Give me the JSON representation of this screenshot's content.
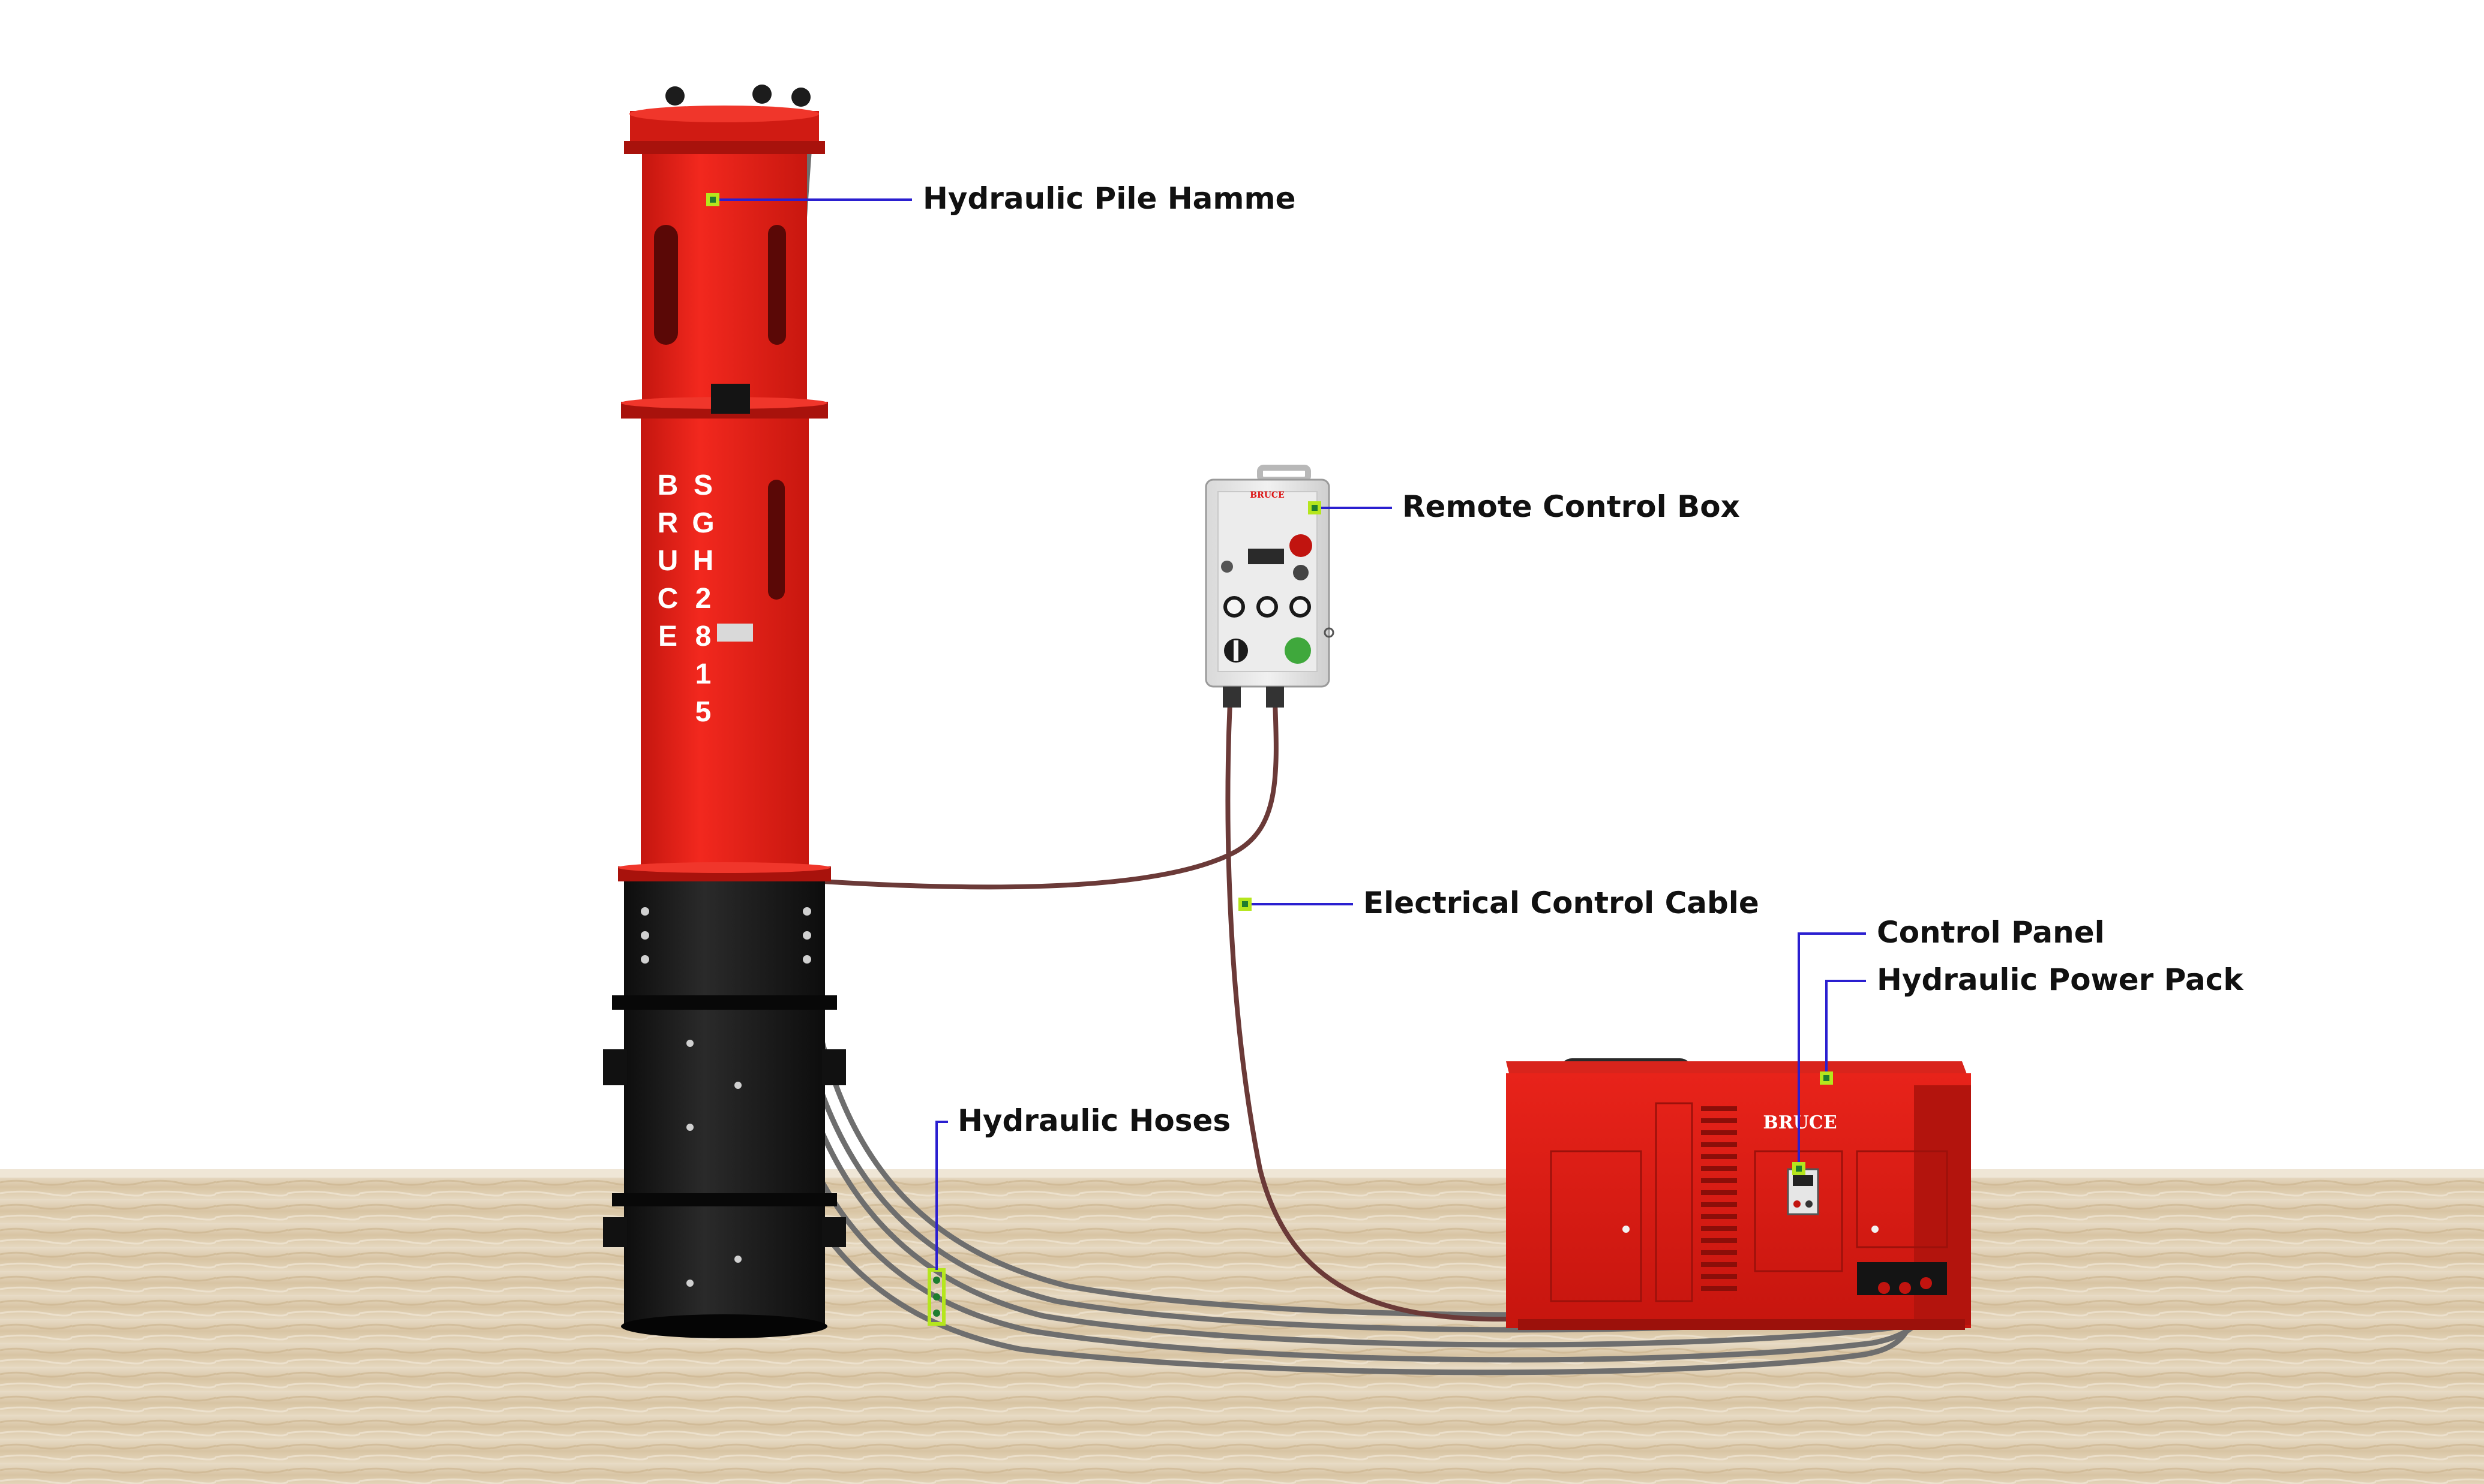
{
  "callouts": {
    "hammer": "Hydraulic Pile Hamme",
    "remote": "Remote Control Box",
    "cable": "Electrical Control Cable",
    "panel": "Control Panel",
    "power_pack": "Hydraulic Power Pack",
    "hoses": "Hydraulic Hoses"
  },
  "hammer": {
    "brand_letters": [
      "B",
      "R",
      "U",
      "C",
      "E"
    ],
    "model_letters": [
      "S",
      "G",
      "H",
      "2",
      "8",
      "1",
      "5"
    ]
  },
  "power_pack": {
    "brand": "BRUCE"
  },
  "remote_box": {
    "brand": "BRUCE"
  },
  "colors": {
    "hammer_red": "#e41d17",
    "hammer_dark_red": "#b01410",
    "base_black": "#1a1a1a",
    "leader_line": "#2a1fd0",
    "marker": "#b5e61d",
    "hose": "#6e6e6e",
    "cable": "#6b3a38",
    "ground": "#d9c7aa"
  }
}
